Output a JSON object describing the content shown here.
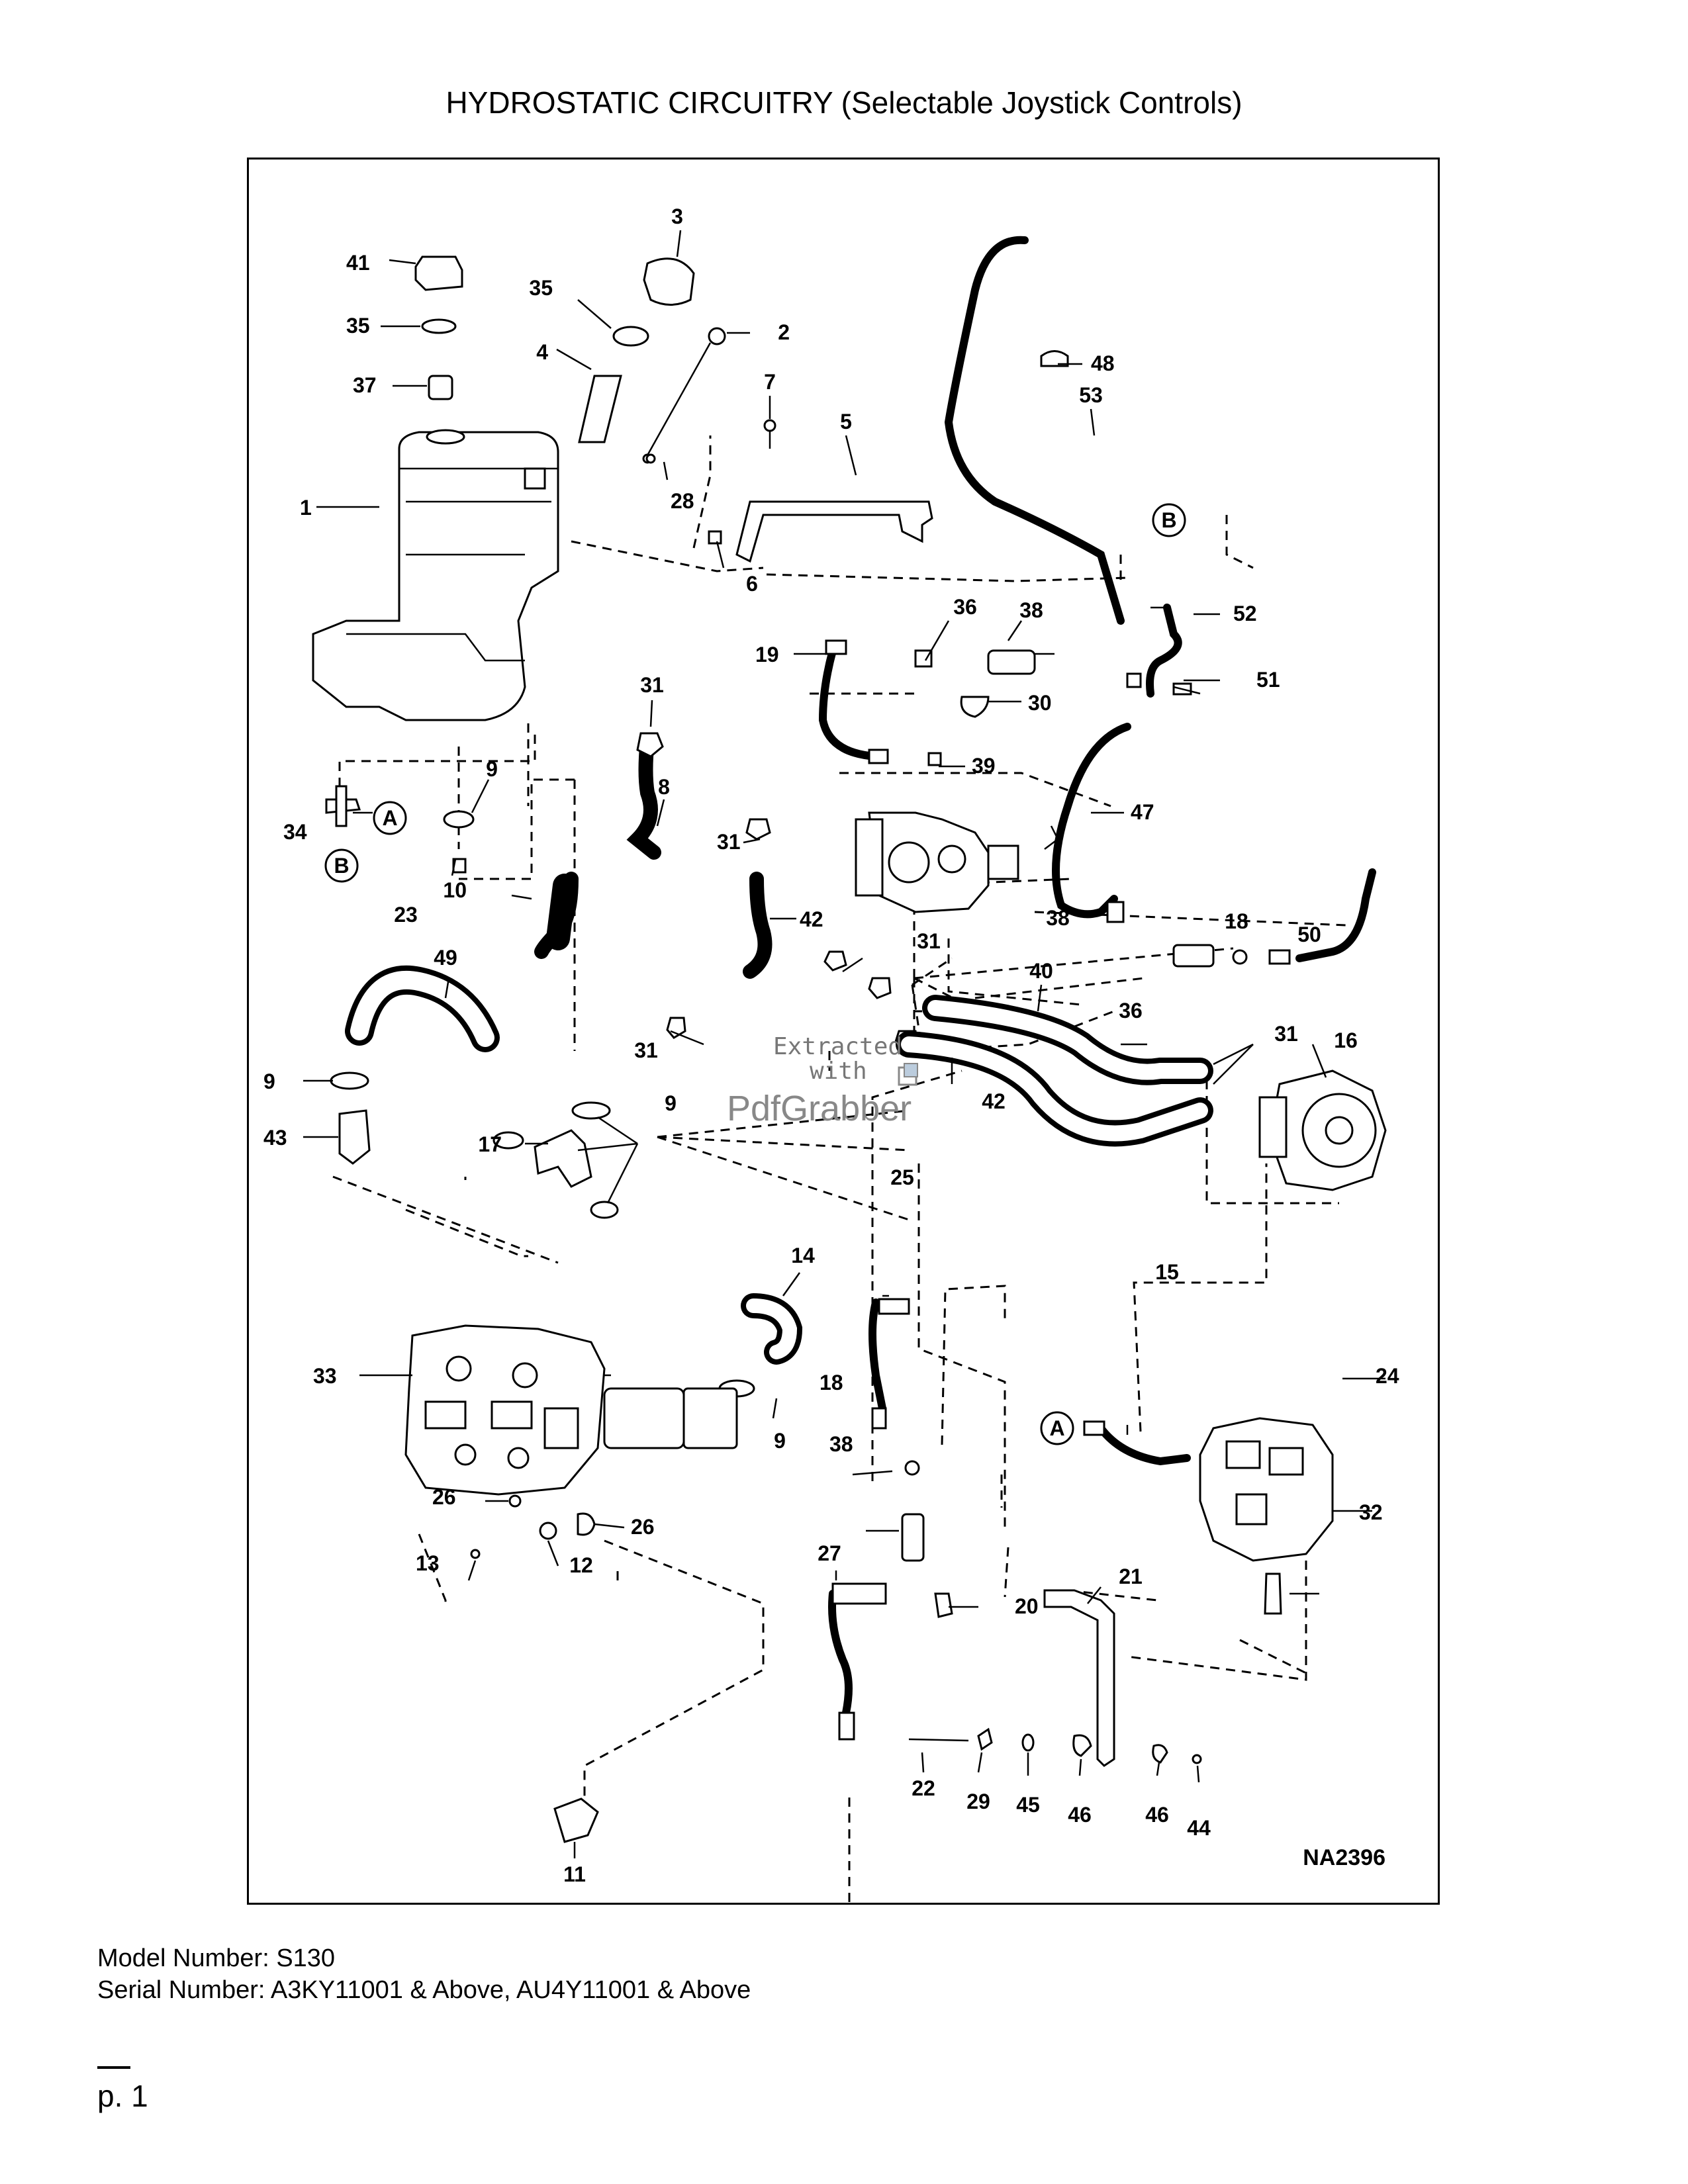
{
  "title": "HYDROSTATIC CIRCUITRY (Selectable Joystick Controls)",
  "diagram": {
    "figure_code": "NA2396",
    "watermark_line1": "Extracted",
    "watermark_line2": "with",
    "watermark_brand": "PdfGrabber",
    "callouts": {
      "c1": "1",
      "c2": "2",
      "c3": "3",
      "c4": "4",
      "c5": "5",
      "c6": "6",
      "c7": "7",
      "c8": "8",
      "c9a": "9",
      "c9b": "9",
      "c9c": "9",
      "c9d": "9",
      "c10": "10",
      "c11": "11",
      "c12": "12",
      "c13": "13",
      "c14": "14",
      "c15": "15",
      "c16": "16",
      "c17": "17",
      "c18a": "18",
      "c18b": "18",
      "c19": "19",
      "c20": "20",
      "c21": "21",
      "c22": "22",
      "c23": "23",
      "c24": "24",
      "c25": "25",
      "c26a": "26",
      "c26b": "26",
      "c27": "27",
      "c28": "28",
      "c29": "29",
      "c30": "30",
      "c31a": "31",
      "c31b": "31",
      "c31c": "31",
      "c31d": "31",
      "c31e": "31",
      "c32": "32",
      "c33": "33",
      "c34": "34",
      "c35a": "35",
      "c35b": "35",
      "c36a": "36",
      "c36b": "36",
      "c37": "37",
      "c38a": "38",
      "c38b": "38",
      "c38c": "38",
      "c39": "39",
      "c40": "40",
      "c41": "41",
      "c42a": "42",
      "c42b": "42",
      "c43": "43",
      "c44": "44",
      "c45": "45",
      "c46a": "46",
      "c46b": "46",
      "c47": "47",
      "c48": "48",
      "c49": "49",
      "c50": "50",
      "c51": "51",
      "c52": "52",
      "c53": "53"
    },
    "markers": {
      "a1": "A",
      "a2": "A",
      "b1": "B",
      "b2": "B"
    }
  },
  "footer": {
    "model": "Model Number: S130",
    "serial": "Serial Number: A3KY11001 & Above, AU4Y11001 & Above",
    "page": "p. 1"
  }
}
